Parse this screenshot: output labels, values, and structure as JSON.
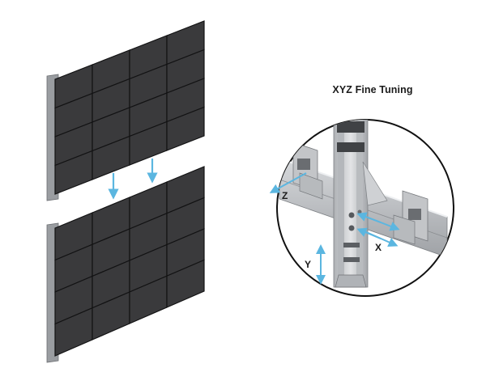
{
  "diagram": {
    "title": "XYZ Fine Tuning",
    "axes": {
      "x": "X",
      "y": "Y",
      "z": "Z"
    }
  },
  "colors": {
    "panel": "#3a3a3c",
    "panel_edge": "#121213",
    "frame": "#9a9da1",
    "arrow": "#5bb6e0",
    "steel": "#c9cbce",
    "circle": "#111111"
  },
  "layout": {
    "panel_grid": {
      "rows": 4,
      "cols": 4
    }
  }
}
